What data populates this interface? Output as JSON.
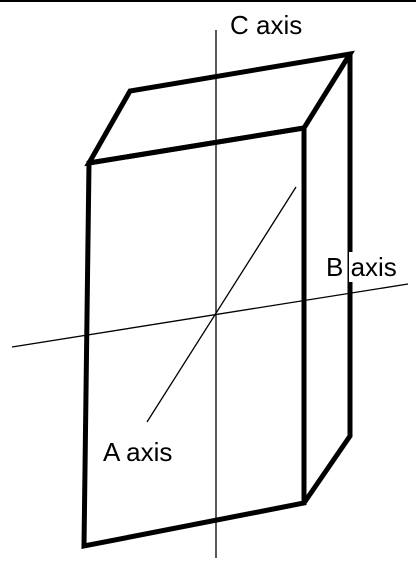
{
  "diagram": {
    "labels": {
      "c_axis": "C axis",
      "b_axis": "B axis",
      "a_axis": "A axis"
    },
    "colors": {
      "background": "#ffffff",
      "stroke": "#000000"
    }
  }
}
